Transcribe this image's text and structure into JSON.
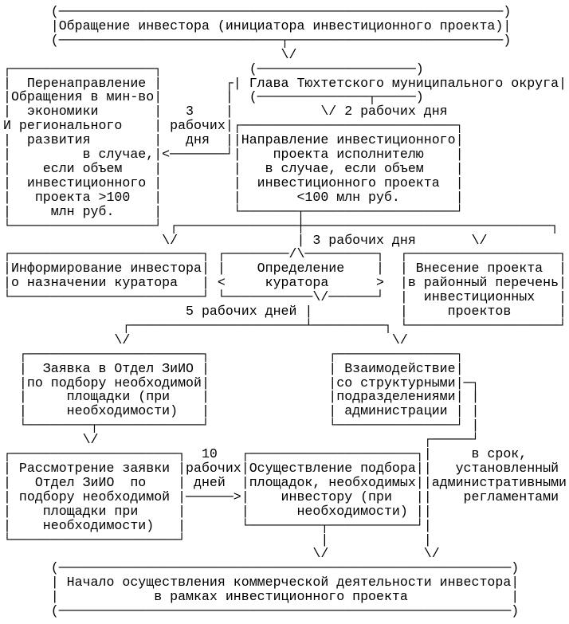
{
  "colors": {
    "text": "#000000",
    "background": "#ffffff"
  },
  "flowchart": {
    "rows": [
      "      (────────────────────────────────────────────────────────)",
      "      |Обращение инвестора (инициатора инвестиционного проекта)|",
      "      (────────────────────────────┬───────────────────────────)",
      "                                   \\/",
      "┌──────────────────┐           (────────────────────)",
      "|  Перенаправление |        ┌| Глава Тюхтетского муниципального округа|",
      "|Обращения в мин-во|        |  (──────────────┬─────)",
      "|  экономики       |   3    |           \\/ 2 рабочих дня",
      "И регионального    | рабочих|┌───────────────────────────┐",
      "|  развития        |   дня  ||Направление инвестиционного|",
      "|         в случае,|<───────┘|    проекта исполнителю    |",
      "|    если объем    |         |   в случае, если объем    |",
      "|  инвестиционного |         |  инвестиционного проекта  |",
      "|   проекта >100   |         |       <100 млн руб.       |",
      "|     млн руб.     |         └───────┬───────────────────┘",
      "└──────────────────┘ ┌───────────────┼───────────────────────────────┐",
      "                    \\/               | 3 рабочих дня       \\/",
      "┌────────────────────────┐ ┌────────/\\─────────┐  ┌───────────────────┐",
      "|Информирование инвестора| |    Определение    |  | Внесение проекта  |",
      "|о назначении куратора   | <     куратора      >  |в районный перечень|",
      "└────────────────────────┘ └───────────\\/──────┘  |  инвестиционных   |",
      "                       5 рабочих дней |           |     проектов      |",
      "               ┌──────────────────────┴─────────┐ └───────────────────┘",
      "              \\/                                 \\/",
      "  ┌──────────────────────┐               ┌───────────────┐",
      "  |  Заявка в Отдел ЗиИО |               | Взаимодействие|",
      "  |по подбору необходимой|               |со структурными|─┐",
      "  |     площадки (при    |               |подразделениями| |",
      "  |     необходимости)   |               | администрации | |",
      "  └────────┬─────────────┘               └───────────────┘ |",
      "          \\/                                         ┌─────┘",
      "┌─────────────────────┐  10   ┌─────────────────────┐|     в срок,",
      "| Рассмотрение заявки |рабочих|Осуществление подбора||   установленный",
      "|   Отдел ЗиИО  по    | дней  |площадок, необходимых||административными",
      "| подбору необходимой |──────>|    инвестору (при   ||    регламентами",
      "|    площадки при     |       |      необходимости) ||",
      "|    необходимости)   |       └─────────┬───────────┘|",
      "└─────────────────────┘                 |            |",
      "                                       \\/            \\/",
      "      (─────────────────────────────────────────────────────────)",
      "      | Начало осуществления коммерческой деятельности инвестора|",
      "      |            в рамках инвестиционного проекта             |",
      "      (─────────────────────────────────────────────────────────)"
    ],
    "nodes": [
      "Обращение инвестора (инициатора инвестиционного проекта)",
      "Глава Тюхтетского муниципального округа",
      "Перенаправление Обращения в мин-во экономики И регионального развития в случае, если объем инвестиционного проекта >100 млн руб.",
      "Направление инвестиционного проекта исполнителю в случае, если объем инвестиционного проекта <100 млн руб.",
      "Информирование инвестора о назначении куратора",
      "Определение куратора",
      "Внесение проекта в районный перечень инвестиционных проектов",
      "Заявка в Отдел ЗиИО по подбору необходимой площадки (при необходимости)",
      "Взаимодействие со структурными подразделениями администрации",
      "Рассмотрение заявки Отдел ЗиИО  по подбору необходимой площадки при необходимости)",
      "Осуществление подбора площадок, необходимых инвестору (при необходимости)",
      "Начало осуществления коммерческой деятельности инвестора в рамках инвестиционного проекта"
    ],
    "edge_labels": [
      "3 рабочих дня",
      "2 рабочих дня",
      "3 рабочих дня",
      "5 рабочих дней",
      "10 рабочих дней",
      "в срок, установленный административными регламентами"
    ]
  }
}
